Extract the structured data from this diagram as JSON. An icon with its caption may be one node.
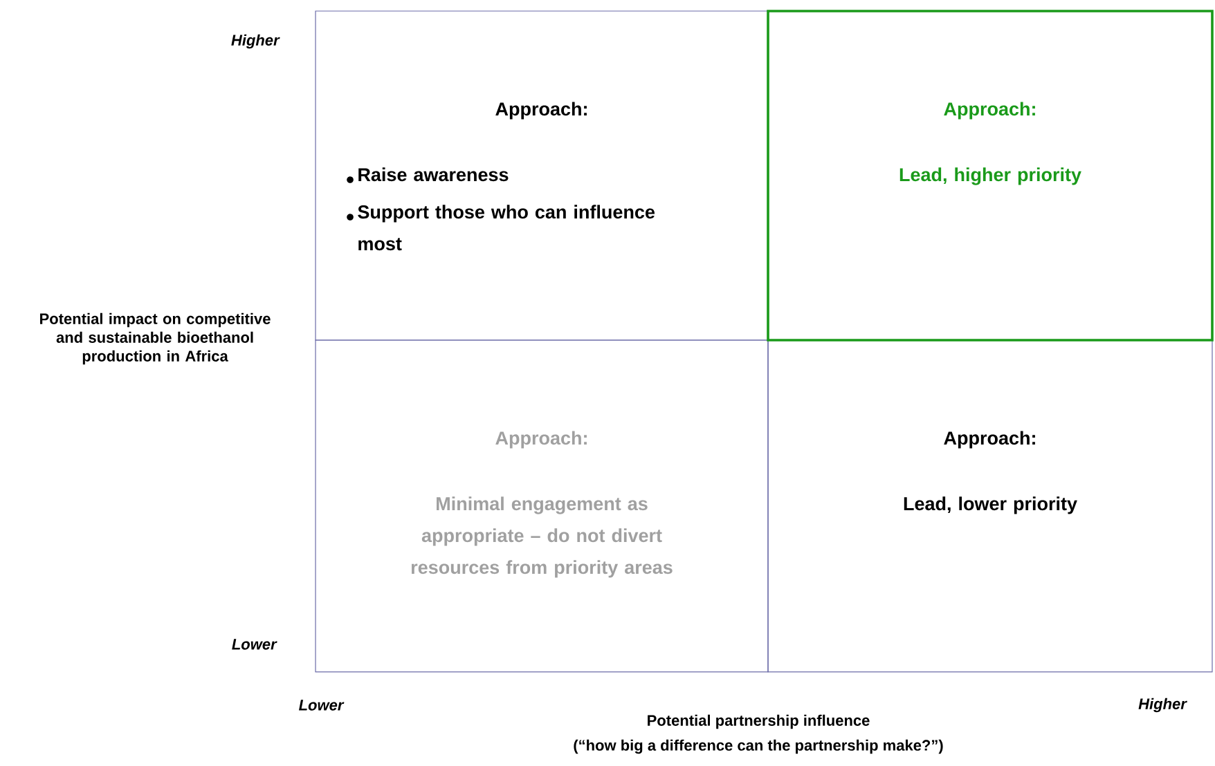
{
  "diagram": {
    "nodes": [
      {
        "text": [
          "Approach:",
          "Raise awareness",
          "Support those who can influence most"
        ]
      },
      {
        "text": [
          "Approach:",
          "Lead, higher priority"
        ]
      },
      {
        "text": [
          "Approach:",
          "Minimal engagement as appropriate – do not divert resources from priority areas"
        ]
      },
      {
        "text": [
          "Approach:",
          "Lead, lower priority"
        ]
      }
    ],
    "labels": [
      "Higher",
      "Potential impact on competitive and sustainable bioethanol production in Africa",
      "Lower",
      "Lower",
      "Higher",
      "Potential partnership influence",
      "(“how big a difference can the partnership make?”)"
    ]
  }
}
